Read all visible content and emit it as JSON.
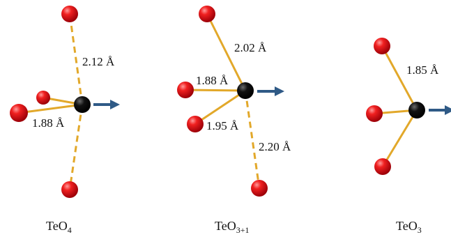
{
  "colors": {
    "oxygen": "#e0101a",
    "tellurium": "#000000",
    "bond": "#e2a82a",
    "arrow": "#2f5a86"
  },
  "structures": [
    {
      "formula": {
        "base": "TeO",
        "subscript": "4"
      },
      "labels": {
        "axial": "2.12 Å",
        "equatorial": "1.88 Å"
      }
    },
    {
      "formula": {
        "base": "TeO",
        "subscript": "3+1"
      },
      "labels": {
        "top": "2.02 Å",
        "left": "1.88 Å",
        "lower": "1.95 Å",
        "long": "2.20 Å"
      }
    },
    {
      "formula": {
        "base": "TeO",
        "subscript": "3"
      },
      "labels": {
        "bond": "1.85 Å"
      }
    }
  ]
}
